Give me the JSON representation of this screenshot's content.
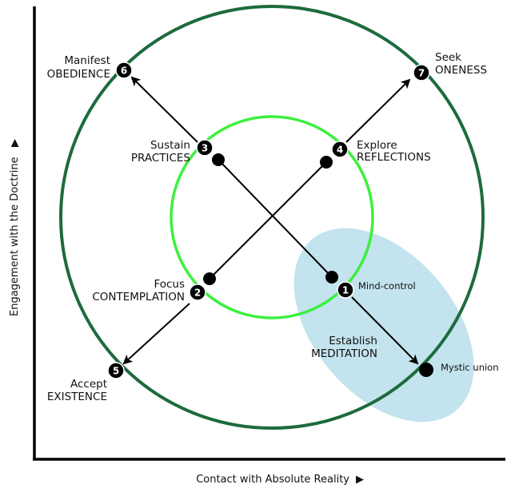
{
  "colors": {
    "outer_circle": "#1d6b3e",
    "inner_circle": "#3cf03c",
    "ellipse": "#c3e3ee",
    "ink": "#000000"
  },
  "axes": {
    "x_label": "Contact with Absolute Reality",
    "y_label": "Engagement with the Doctrine",
    "arrow_glyph": "▶"
  },
  "nodes": {
    "n1": {
      "num": "1",
      "label": "Mind-control"
    },
    "n2": {
      "num": "2",
      "line1": "Focus",
      "line2": "CONTEMPLATION"
    },
    "n3": {
      "num": "3",
      "line1": "Sustain",
      "line2": "PRACTICES"
    },
    "n4": {
      "num": "4",
      "line1": "Explore",
      "line2": "REFLECTIONS"
    },
    "n5": {
      "num": "5",
      "line1": "Accept",
      "line2": "EXISTENCE"
    },
    "n6": {
      "num": "6",
      "line1": "Manifest",
      "line2": "OBEDIENCE"
    },
    "n7": {
      "num": "7",
      "line1": "Seek",
      "line2": "ONENESS"
    }
  },
  "meditation": {
    "line1": "Establish",
    "line2": "MEDITATION"
  },
  "mystic": {
    "label": "Mystic union"
  }
}
